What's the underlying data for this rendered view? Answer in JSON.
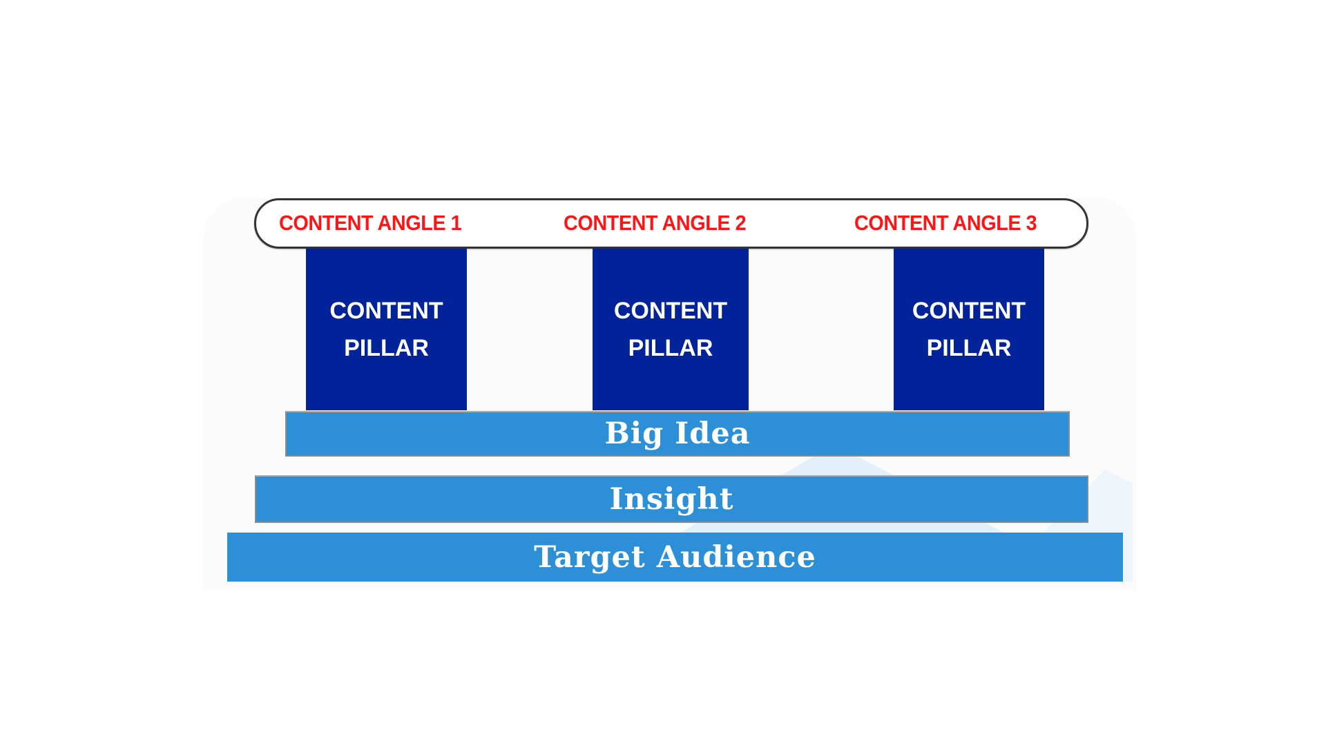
{
  "diagram": {
    "title_bar": {
      "angles": [
        {
          "label": "CONTENT ANGLE 1"
        },
        {
          "label": "CONTENT ANGLE 2"
        },
        {
          "label": "CONTENT ANGLE 3"
        }
      ]
    },
    "pillars": [
      {
        "line1": "CONTENT",
        "line2": "PILLAR"
      },
      {
        "line1": "CONTENT",
        "line2": "PILLAR"
      },
      {
        "line1": "CONTENT",
        "line2": "PILLAR"
      }
    ],
    "tiers": [
      {
        "label": "Big Idea"
      },
      {
        "label": "Insight"
      },
      {
        "label": "Target Audience"
      }
    ],
    "colors": {
      "angle_text": "#ff1515",
      "pillar": "#00239a",
      "tier": "#2d90d6",
      "tier_text": "#ffffff"
    }
  }
}
